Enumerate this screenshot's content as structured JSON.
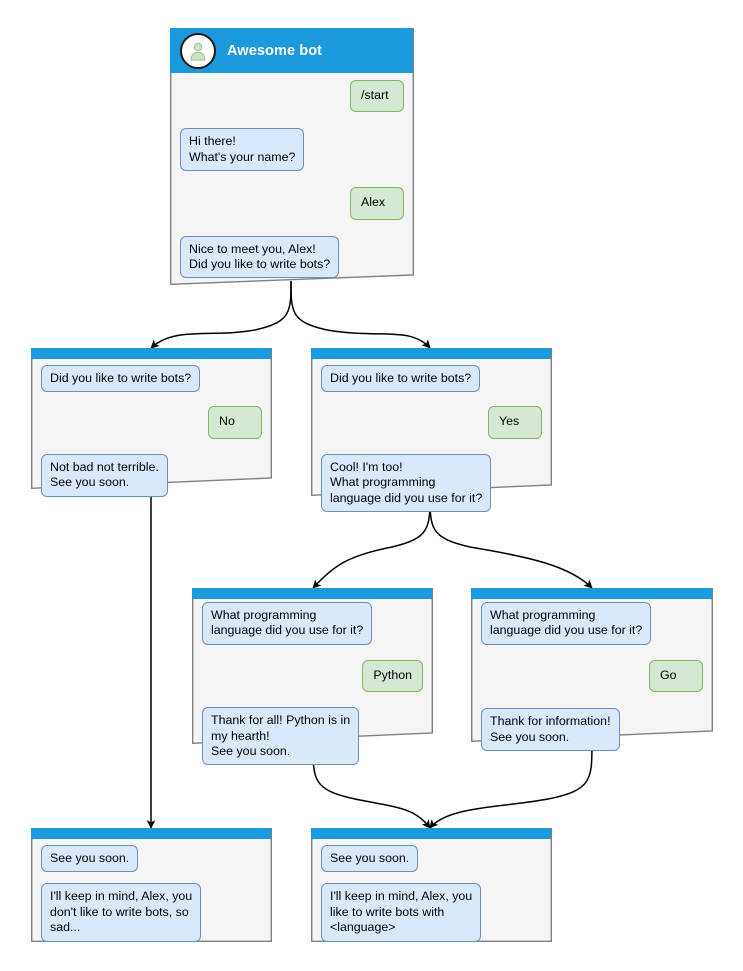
{
  "diagram": {
    "title_bar_color": "#1a9add",
    "card_bg": "#f5f5f5",
    "card_border": "#808080",
    "bot_bubble_fill": "#dae8fc",
    "bot_bubble_stroke": "#6c8ebf",
    "user_bubble_fill": "#d5e8d4",
    "user_bubble_stroke": "#82b366",
    "edge_color": "#000000"
  },
  "cards": {
    "root": {
      "header_title": "Awesome bot",
      "avatar_icon": "person-avatar-icon",
      "messages": [
        {
          "from": "user",
          "text": "/start"
        },
        {
          "from": "bot",
          "text": "Hi there!\nWhat's your name?"
        },
        {
          "from": "user",
          "text": "Alex"
        },
        {
          "from": "bot",
          "text": "Nice to meet you, Alex!\nDid you like to write bots?"
        }
      ]
    },
    "no_branch": {
      "messages": [
        {
          "from": "bot",
          "text": "Did you like to write bots?"
        },
        {
          "from": "user",
          "text": "No"
        },
        {
          "from": "bot",
          "text": "Not bad not terrible.\nSee you soon."
        }
      ]
    },
    "yes_branch": {
      "messages": [
        {
          "from": "bot",
          "text": "Did you like to write bots?"
        },
        {
          "from": "user",
          "text": "Yes"
        },
        {
          "from": "bot",
          "text": "Cool! I'm too!\nWhat programming\nlanguage did you use for it?"
        }
      ]
    },
    "python_branch": {
      "messages": [
        {
          "from": "bot",
          "text": "What programming\nlanguage did you use for it?"
        },
        {
          "from": "user",
          "text": "Python"
        },
        {
          "from": "bot",
          "text": "Thank for all! Python is in\nmy hearth!\nSee you soon."
        }
      ]
    },
    "go_branch": {
      "messages": [
        {
          "from": "bot",
          "text": "What programming\nlanguage did you use for it?"
        },
        {
          "from": "user",
          "text": "Go"
        },
        {
          "from": "bot",
          "text": "Thank for information!\nSee you soon."
        }
      ]
    },
    "end_sad": {
      "messages": [
        {
          "from": "bot",
          "text": "See you soon."
        },
        {
          "from": "bot",
          "text": "I'll keep in mind, Alex, you\ndon't like to write bots, so\nsad..."
        }
      ]
    },
    "end_happy": {
      "messages": [
        {
          "from": "bot",
          "text": "See you soon."
        },
        {
          "from": "bot",
          "text": "I'll keep in mind, Alex, you\nlike to write bots with\n<language>"
        }
      ]
    }
  }
}
